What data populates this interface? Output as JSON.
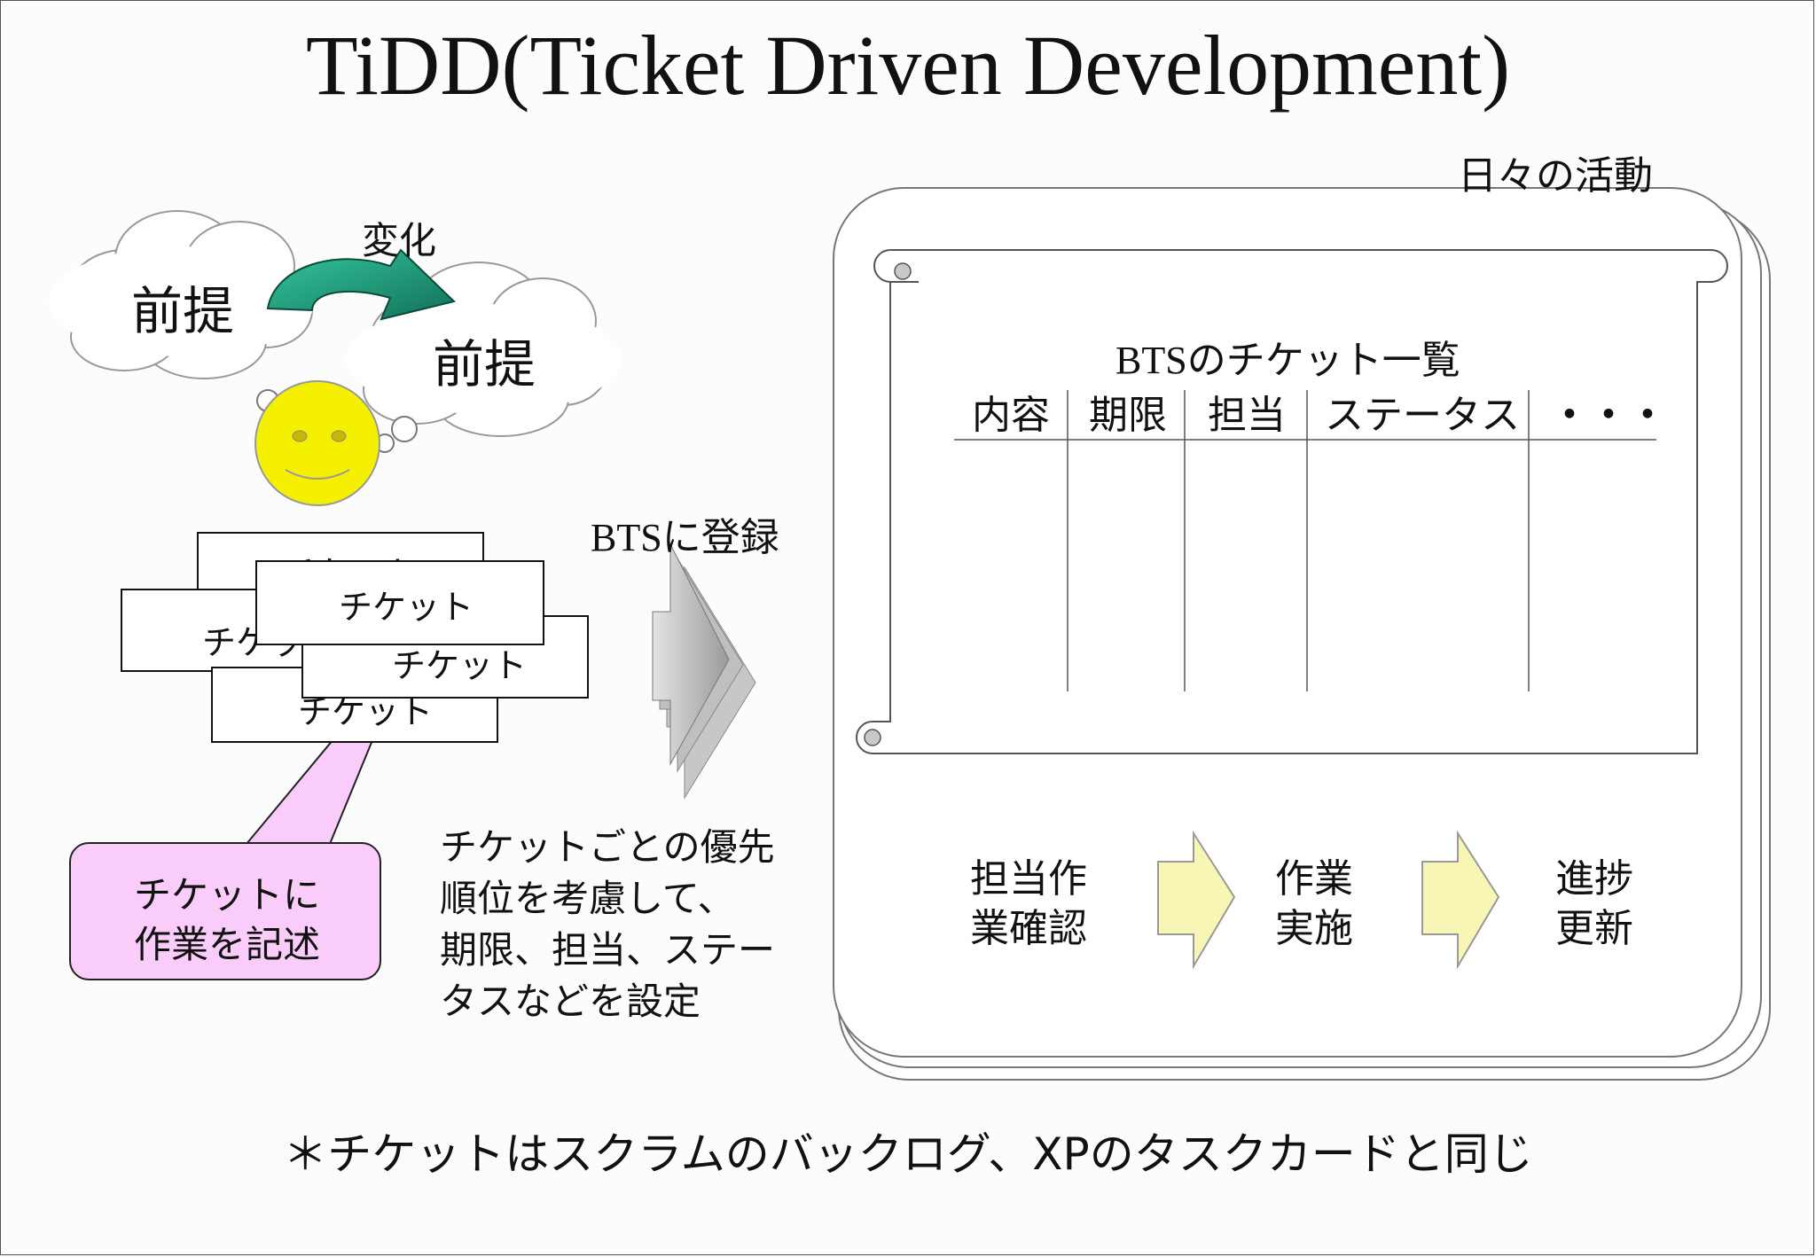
{
  "title": "TiDD(Ticket Driven Development)",
  "daily_activity_label": "日々の活動",
  "premise_change": {
    "change_label": "変化",
    "premise_before": "前提",
    "premise_after": "前提"
  },
  "tickets": {
    "front_label": "チケット",
    "stack_labels": [
      "チケット",
      "チケット",
      "チケット",
      "チケット"
    ]
  },
  "callout": {
    "line1": "チケットに",
    "line2": "作業を記述"
  },
  "register_label": "BTSに登録",
  "description_lines": [
    "チケットごとの優先",
    "順位を考慮して、",
    "期限、担当、ステー",
    "タスなどを設定"
  ],
  "bts_list": {
    "title": "BTSのチケット一覧",
    "columns": [
      "内容",
      "期限",
      "担当",
      "ステータス",
      "・・・"
    ]
  },
  "workflow": {
    "steps": [
      {
        "line1": "担当作",
        "line2": "業確認"
      },
      {
        "line1": "作業",
        "line2": "実施"
      },
      {
        "line1": "進捗",
        "line2": "更新"
      }
    ]
  },
  "footnote": "＊チケットはスクラムのバックログ、XPのタスクカードと同じ",
  "colors": {
    "smiley_fill": "#f5f000",
    "callout_fill": "#f9ccf9",
    "curved_arrow_fill": "#1f9e7a",
    "workflow_arrow_fill": "#f8f6b4",
    "register_arrow_fill": "#c4c4c4"
  }
}
